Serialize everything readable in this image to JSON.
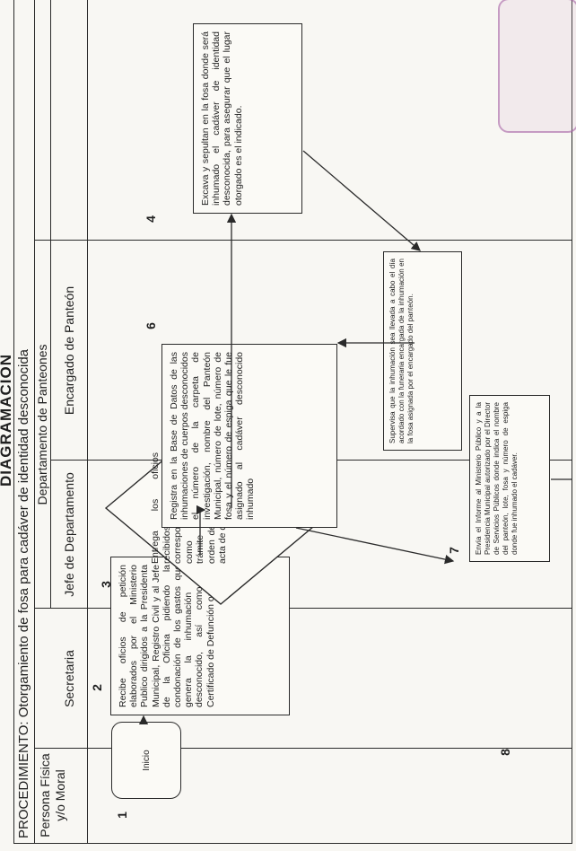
{
  "header": {
    "title_partial": "DIAGRAMACIÓN",
    "procedure": "PROCEDIMIENTO: Otorgamiento de fosa para cadáver de identidad desconocida"
  },
  "columns": {
    "persona": "Persona Física y/o Moral",
    "departamento": "Departamento de Panteones",
    "secretaria": "Secretaria",
    "jefe": "Jefe de Departamento",
    "encargado": "Encargado de Panteón"
  },
  "steps": {
    "s1": {
      "num": "1",
      "label": "Inicio"
    },
    "s2": {
      "num": "2",
      "text": "Recibe oficios de petición elaborados por el Ministerio Publico dirigidos a la Presidenta Municipal, Registro Civil y al Jefe de la Oficina pidiendo la condonación de los gastos que genera la inhumación del desconocido, así como el Certificado de Defunción original."
    },
    "s3": {
      "num": "3",
      "text": "Entrega los oficios recibidos a las oficinas correspondiente s, así como el llenado del trámite para obtener la orden de inhumación y el acta de defunción."
    },
    "s4": {
      "num": "4",
      "text": "Excava y sepultan en la fosa donde será inhumado el cadáver de identidad desconocida, para asegurar que el lugar otorgado es el indicado."
    },
    "s5": {
      "text": "Supervisa que la inhumación sea llevada a cabo el día acordado con la funeraria encargada de la inhumación en la fosa asignada por el encargado del panteón."
    },
    "s6": {
      "num": "6",
      "text": "Registra en la Base de Datos de las inhumaciones de cuerpos desconocidos el número de la carpeta de investigación, nombre del Panteón Municipal, número de lote, número de fosa y el número de espiga que le fue asignado al cadáver desconocido inhumado"
    },
    "s7": {
      "num": "7",
      "text": "Envía el Informe al Ministerio Público y a la Presidencia Municipal autorizado por el Director de Servicios Públicos donde indica el nombre del panteón, lote, fosa y número de espiga donde fue inhumado el cadáver."
    },
    "s8": {
      "num": "8"
    }
  },
  "colors": {
    "line": "#2a2a2a",
    "paper": "#f8f7f3",
    "stamp": "#b06aa8"
  }
}
